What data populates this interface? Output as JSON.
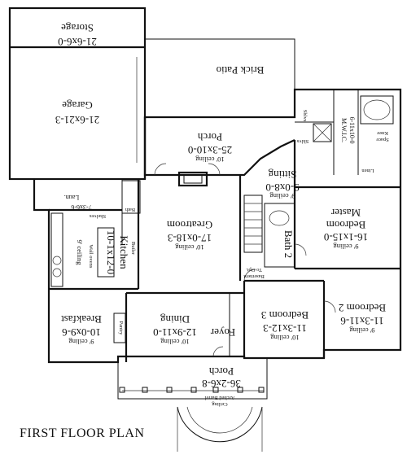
{
  "caption": "FIRST FLOOR PLAN",
  "rooms": {
    "storage": {
      "name": "Storage",
      "dim": "21-6x6-0"
    },
    "garage": {
      "name": "Garage",
      "dim": "21-6x21-3"
    },
    "brick_patio": {
      "name": "Brick Patio"
    },
    "rear_porch": {
      "name": "Porch",
      "dim": "25-3x10-0",
      "ceiling": "10' ceiling"
    },
    "sitting": {
      "name": "Sitting",
      "dim": "9-0x8-0",
      "ceiling": "9' ceiling"
    },
    "master": {
      "name": "Master",
      "name2": "Bedroom",
      "dim": "16-1x15-0",
      "ceiling": "9' ceiling"
    },
    "greatroom": {
      "name": "Greatroom",
      "dim": "17-0x18-3",
      "ceiling": "10' ceiling"
    },
    "laundry": {
      "name": "Laun.",
      "dim": "7-3x6-6",
      "note": "Shelves"
    },
    "kitchen": {
      "name": "Kitchen",
      "dim": "10-1x12-0",
      "ceiling": "9' ceiling"
    },
    "bath2": {
      "name": "Bath 2"
    },
    "breakfast": {
      "name": "Breakfast",
      "dim": "10-0x9-6",
      "ceiling": "9' ceiling"
    },
    "dining": {
      "name": "Dining",
      "dim": "12-9x11-0",
      "ceiling": "10' ceiling"
    },
    "foyer": {
      "name": "Foyer"
    },
    "bedroom3": {
      "name": "Bedroom 3",
      "dim": "11-3x12-3",
      "ceiling": "10' ceiling"
    },
    "bedroom2": {
      "name": "Bedroom 2",
      "dim": "11-3x11-6",
      "ceiling": "9' ceiling"
    },
    "front_porch": {
      "name": "Porch",
      "dim": "36-2x6-8"
    },
    "mwic": {
      "name": "M.W.I.C.",
      "dim": "6-11x10-0"
    }
  },
  "labels": {
    "bath": "Bath",
    "butler": "Butler",
    "opt_basement": "To Opt.",
    "opt_basement2": "Basement",
    "shlvs": "Shlvs",
    "knee": "Knee",
    "knee2": "Space",
    "linen": "Linen",
    "pantry": "Pantry",
    "arched1": "Arched Barrel",
    "arched2": "Ceiling",
    "wall_note": "Wall ovens"
  }
}
